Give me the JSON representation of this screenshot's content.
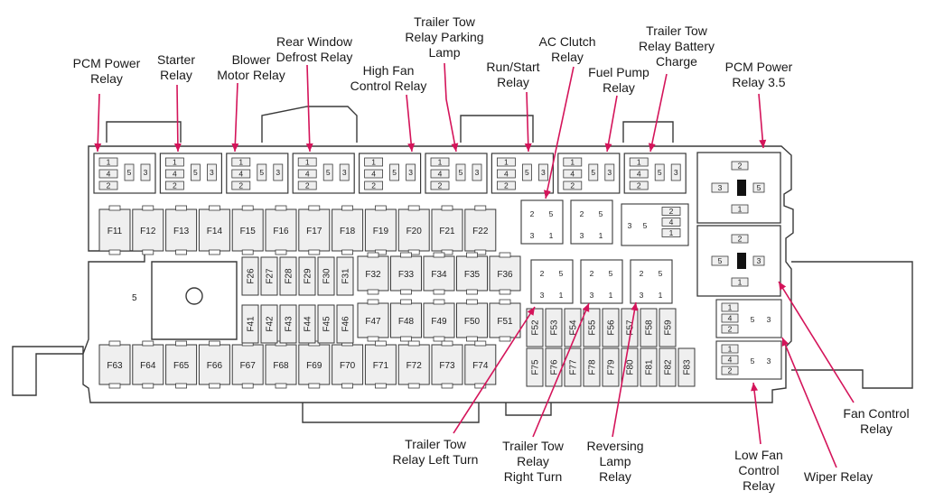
{
  "colors": {
    "line": "#3a3a3a",
    "fill": "#efefef",
    "leader": "#d4145a",
    "text": "#1a1a1a"
  },
  "labels": {
    "pcm_power_relay": "PCM Power\nRelay",
    "starter_relay": "Starter\nRelay",
    "blower_motor_relay": "Blower\nMotor Relay",
    "rear_window_defrost_relay": "Rear Window\nDefrost Relay",
    "high_fan_control_relay": "High Fan\nControl Relay",
    "trailer_tow_parking_lamp": "Trailer Tow\nRelay Parking\nLamp",
    "run_start_relay": "Run/Start\nRelay",
    "ac_clutch_relay": "AC Clutch\nRelay",
    "fuel_pump_relay": "Fuel Pump\nRelay",
    "trailer_tow_battery_charge": "Trailer Tow\nRelay Battery\nCharge",
    "pcm_power_relay_35": "PCM Power\nRelay 3.5",
    "fan_control_relay": "Fan Control\nRelay",
    "wiper_relay": "Wiper Relay",
    "low_fan_control_relay": "Low Fan\nControl\nRelay",
    "reversing_lamp_relay": "Reversing\nLamp\nRelay",
    "trailer_tow_right_turn": "Trailer Tow\nRelay\nRight Turn",
    "trailer_tow_left_turn": "Trailer Tow\nRelay Left Turn"
  },
  "fuses": {
    "row_a": [
      "F11",
      "F12",
      "F13",
      "F14",
      "F15",
      "F16",
      "F17",
      "F18",
      "F19",
      "F20",
      "F21",
      "F22"
    ],
    "vertical_top": [
      "F26",
      "F27",
      "F28",
      "F29",
      "F30",
      "F31"
    ],
    "vertical_mid": [
      "F41",
      "F42",
      "F43",
      "F44",
      "F45",
      "F46"
    ],
    "block_upper": [
      "F32",
      "F33",
      "F34",
      "F35",
      "F36"
    ],
    "block_lower": [
      "F47",
      "F48",
      "F49",
      "F50",
      "F51"
    ],
    "vertical_right_top": [
      "F52",
      "F53",
      "F54",
      "F55",
      "F56",
      "F57",
      "F58",
      "F59"
    ],
    "vertical_right_bottom": [
      "F75",
      "F76",
      "F77",
      "F78",
      "F79",
      "F80",
      "F81",
      "F82",
      "F83"
    ],
    "row_b": [
      "F63",
      "F64",
      "F65",
      "F66",
      "F67",
      "F68",
      "F69",
      "F70",
      "F71",
      "F72",
      "F73",
      "F74"
    ]
  },
  "relay_pins": {
    "p1": "1",
    "p2": "2",
    "p3": "3",
    "p4": "4",
    "p5": "5"
  },
  "side_mark": "5"
}
